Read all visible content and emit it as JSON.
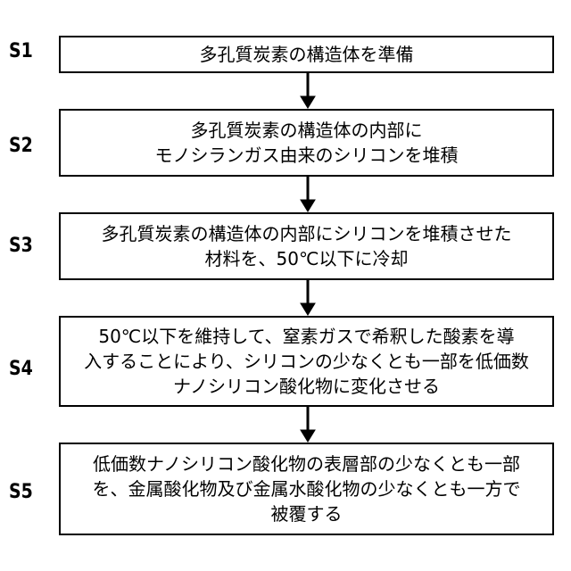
{
  "steps": [
    {
      "label": "S1",
      "lines": [
        "多孔質炭素の構造体を準備"
      ]
    },
    {
      "label": "S2",
      "lines": [
        "多孔質炭素の構造体の内部に",
        "モノシランガス由来のシリコンを堆積"
      ]
    },
    {
      "label": "S3",
      "lines": [
        "多孔質炭素の構造体の内部にシリコンを堆積させた",
        "材料を、50℃以下に冷却"
      ]
    },
    {
      "label": "S4",
      "lines": [
        "50℃以下を維持して、窒素ガスで希釈した酸素を導",
        "入することにより、シリコンの少なくとも一部を低価数",
        "ナノシリコン酸化物に変化させる"
      ]
    },
    {
      "label": "S5",
      "lines": [
        "低価数ナノシリコン酸化物の表層部の少なくとも一部",
        "を、金属酸化物及び金属水酸化物の少なくとも一方で",
        "被覆する"
      ]
    }
  ]
}
